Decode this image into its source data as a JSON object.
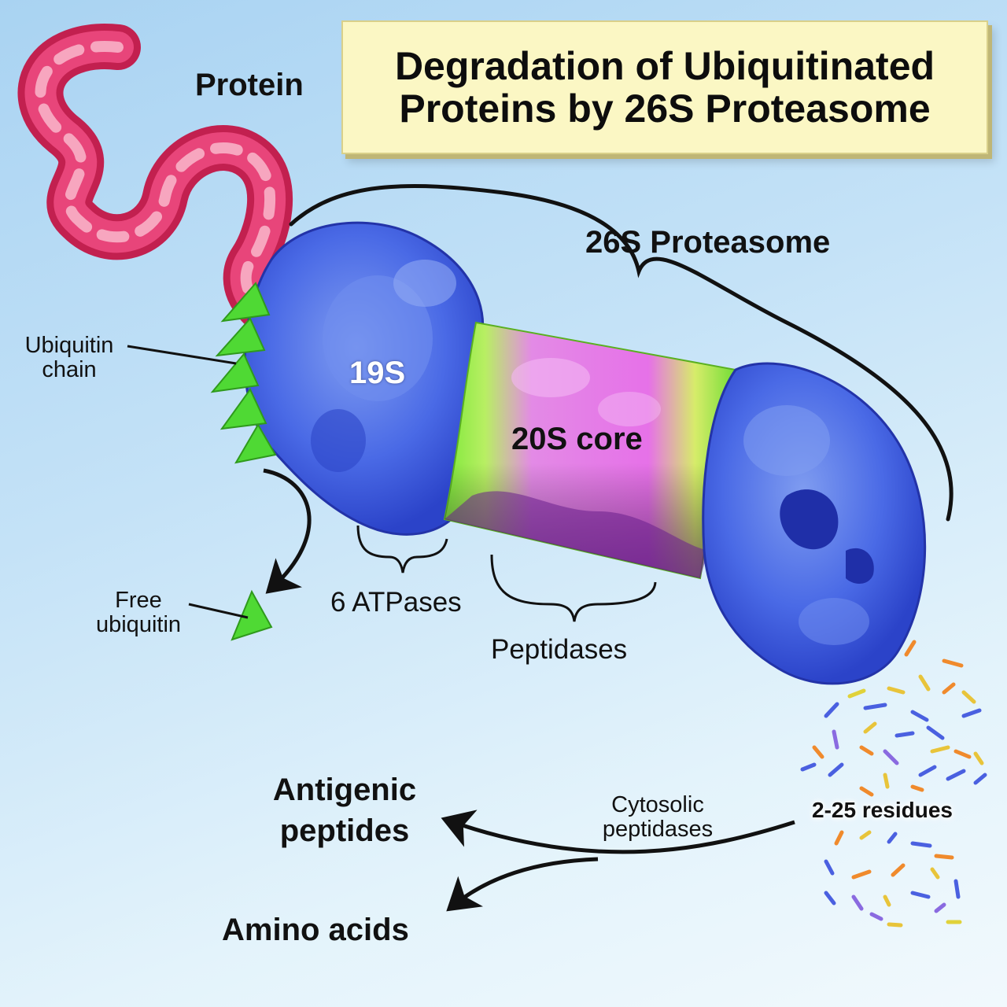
{
  "title": {
    "line1": "Degradation of Ubiquitinated",
    "line2": "Proteins by 26S Proteasome"
  },
  "labels": {
    "protein": "Protein",
    "proteasome_26s": "26S Proteasome",
    "ubiquitin_chain_line1": "Ubiquitin",
    "ubiquitin_chain_line2": "chain",
    "cap_19s": "19S",
    "core_20s": "20S core",
    "atpases": "6 ATPases",
    "peptidases": "Peptidases",
    "free_ubiquitin_line1": "Free",
    "free_ubiquitin_line2": "ubiquitin",
    "residues": "2-25 residues",
    "cytosolic_line1": "Cytosolic",
    "cytosolic_line2": "peptidases",
    "antigenic_line1": "Antigenic",
    "antigenic_line2": "peptides",
    "amino_acids": "Amino acids"
  },
  "colors": {
    "protein": "#e0356a",
    "protein_highlight": "#f7a6bf",
    "cap_blue": "#3d5fe0",
    "cap_light": "#7f9cf0",
    "core_green": "#7ee83a",
    "core_magenta": "#e671e8",
    "core_purple": "#7a2a9a",
    "ubiquitin_green": "#4fd934",
    "title_box": "#fbf7c4"
  },
  "icons": {
    "ubiquitin": "green-cone",
    "peptide": "colored-rod"
  }
}
